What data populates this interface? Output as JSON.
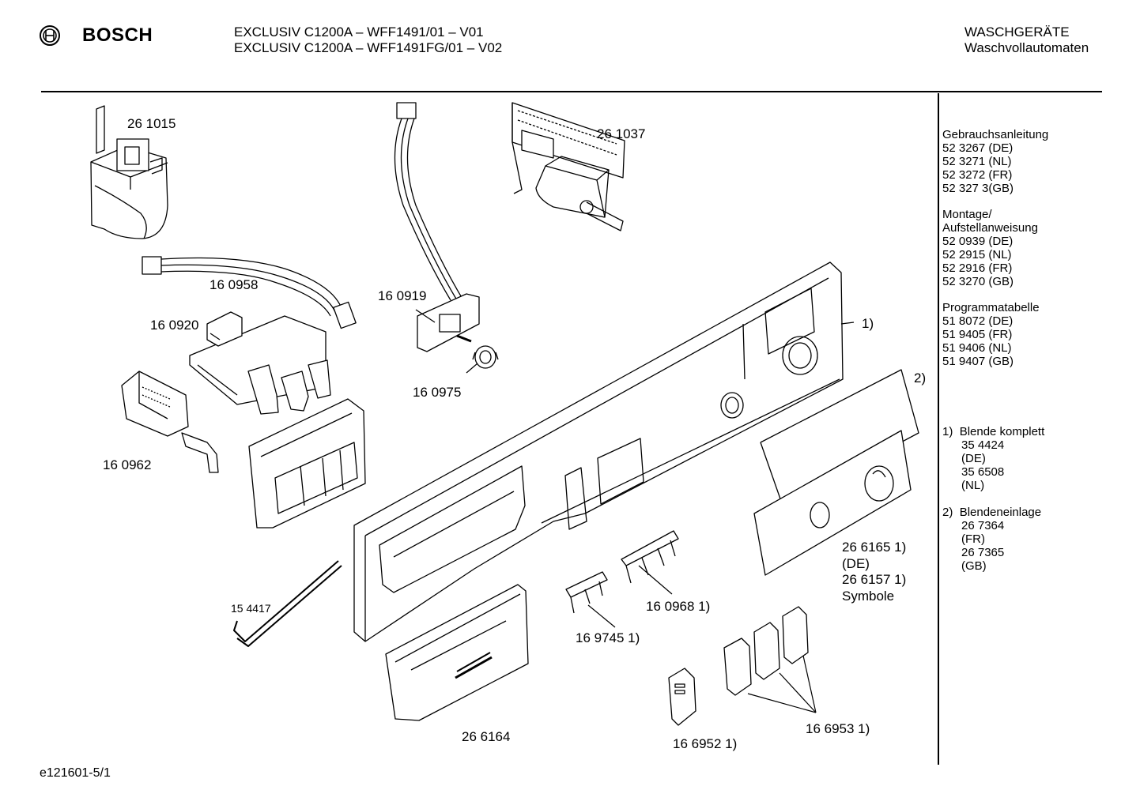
{
  "header": {
    "brand": "BOSCH",
    "model_line_1": "EXCLUSIV C1200A – WFF1491/01 – V01",
    "model_line_2": "EXCLUSIV C1200A – WFF1491FG/01 – V02",
    "category": "WASCHGERÄTE",
    "subcategory": "Waschvollautomaten"
  },
  "sidebar": {
    "gebrauch_title": "Gebrauchsanleitung",
    "gebrauch": [
      "52 3267 (DE)",
      "52 3271 (NL)",
      "52 3272 (FR)",
      "52 327 3(GB)"
    ],
    "montage_title_1": "Montage/",
    "montage_title_2": "Aufstellanweisung",
    "montage": [
      "52 0939 (DE)",
      "52 2915 (NL)",
      "52 2916 (FR)",
      "52 3270 (GB)"
    ],
    "programm_title": "Programmatabelle",
    "programm": [
      "51 8072 (DE)",
      "51 9405 (FR)",
      "51 9406 (NL)",
      "51 9407 (GB)"
    ],
    "note1_mark": "1)",
    "note1_title": "Blende komplett",
    "note1_lines": [
      "35 4424",
      "(DE)",
      "35 6508",
      "(NL)"
    ],
    "note2_mark": "2)",
    "note2_title": "Blendeneinlage",
    "note2_lines": [
      "26 7364",
      "(FR)",
      "26 7365",
      "(GB)"
    ]
  },
  "parts": {
    "p261015": "26 1015",
    "p261037": "26 1037",
    "p160958": "16 0958",
    "p160919": "16 0919",
    "p160920": "16 0920",
    "p160975": "16 0975",
    "p160962": "16 0962",
    "ref1": "1)",
    "ref2": "2)",
    "p154417": "15 4417",
    "p266165": "26 6165 1)",
    "p266165_note": "(DE)",
    "p266157": "26 6157 1)",
    "p266157_note": "Symbole",
    "p160968": "16 0968 1)",
    "p169745": "16 9745 1)",
    "p266164": "26 6164",
    "p166952": "16 6952 1)",
    "p166953": "16 6953 1)"
  },
  "footer": {
    "drawing_id": "e121601-5/1"
  }
}
